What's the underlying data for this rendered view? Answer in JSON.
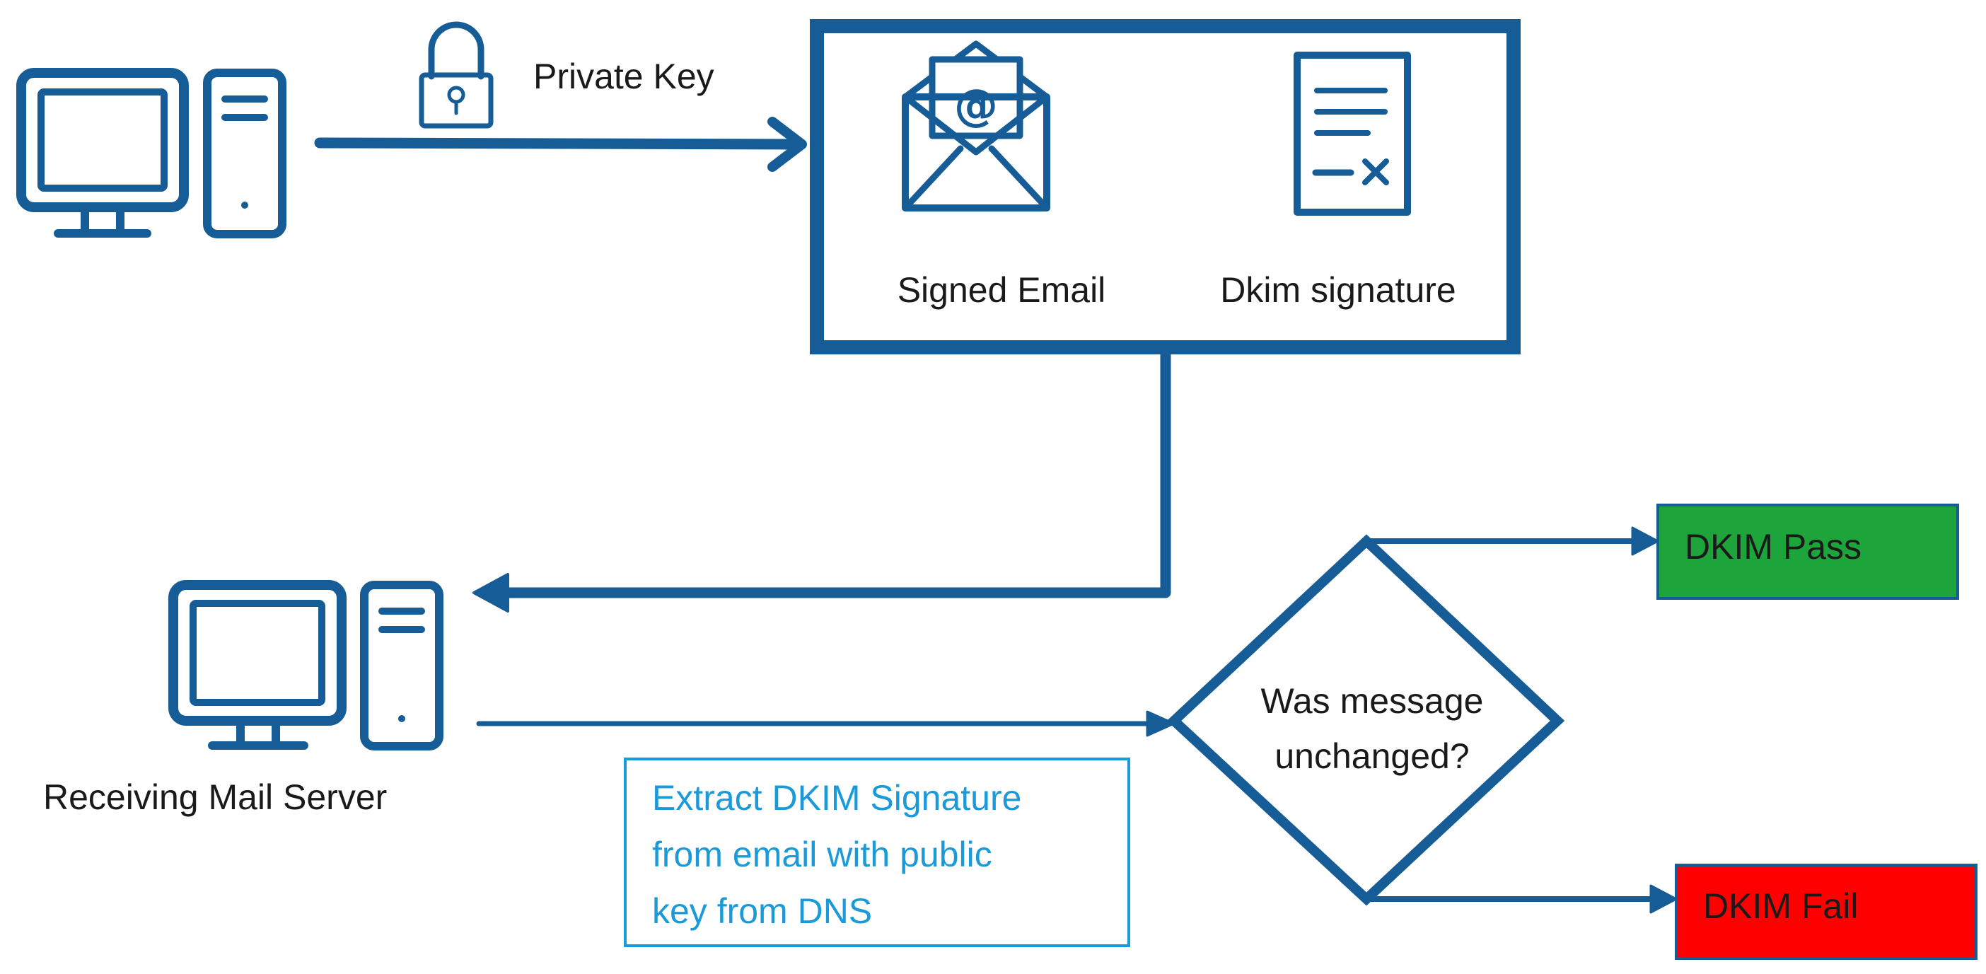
{
  "colors": {
    "primary": "#165C96",
    "pass": "#1DA43A",
    "fail": "#FF0000",
    "note_text": "#1A9AD8",
    "text": "#1A1A1A"
  },
  "icons": {
    "sender_computer": "desktop-computer-icon",
    "lock": "padlock-icon",
    "signed_email": "open-envelope-at-icon",
    "dkim_signature": "signed-document-icon",
    "receiver_computer": "desktop-computer-icon"
  },
  "labels": {
    "private_key": "Private Key",
    "signed_email": "Signed Email",
    "dkim_signature": "Dkim signature",
    "receiving_server": "Receiving Mail Server",
    "note_line1": "Extract DKIM Signature",
    "note_line2": "from email with public",
    "note_line3": "key from DNS",
    "decision_line1": "Was message",
    "decision_line2": "unchanged?",
    "pass": "DKIM Pass",
    "fail": "DKIM Fail"
  }
}
